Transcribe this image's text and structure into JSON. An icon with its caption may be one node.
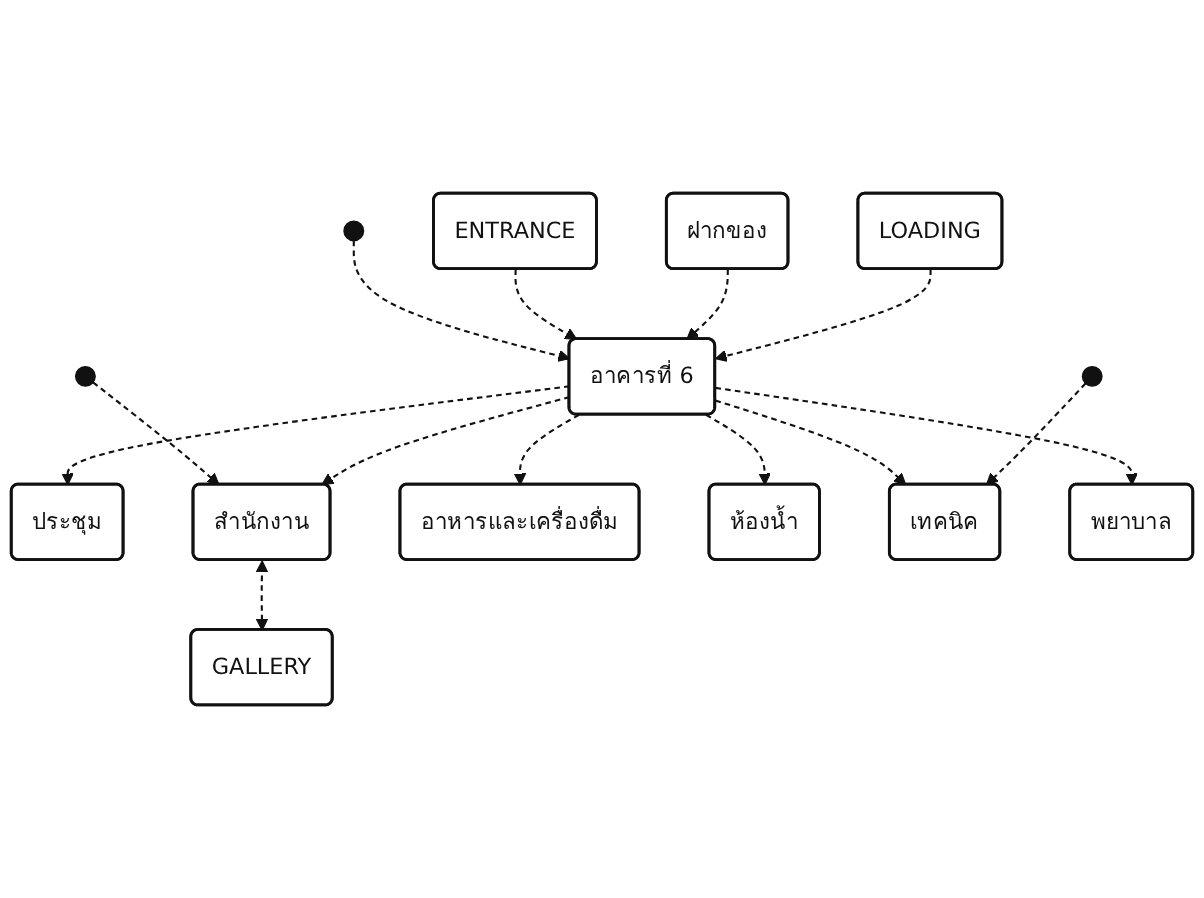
{
  "diagram": {
    "nodes": [
      {
        "text": [
          "ประชุม"
        ]
      },
      {
        "text": [
          "สำนักงาน"
        ]
      },
      {
        "text": [
          "GALLERY"
        ]
      },
      {
        "text": [
          "อาหารและเครื่องดื่ม"
        ]
      },
      {
        "text": [
          "ENTRANCE"
        ]
      },
      {
        "text": [
          "อาคารที่ 6"
        ]
      },
      {
        "text": [
          "ห้องน้ำ"
        ]
      },
      {
        "text": [
          "ฝากของ"
        ]
      },
      {
        "text": [
          "เทคนิค"
        ]
      },
      {
        "text": [
          "LOADING"
        ]
      },
      {
        "text": [
          "พยาบาล"
        ]
      }
    ],
    "edges": [
      {
        "from": null,
        "to": 1,
        "arrow": "to",
        "style": "dashed"
      },
      {
        "from": 5,
        "to": 0,
        "arrow": "to",
        "style": "dashed"
      },
      {
        "from": 1,
        "to": 2,
        "arrow": "both",
        "style": "dashed"
      },
      {
        "from": 5,
        "to": 1,
        "arrow": "to",
        "style": "dashed"
      },
      {
        "from": 5,
        "to": 3,
        "arrow": "to",
        "style": "dashed"
      },
      {
        "from": null,
        "to": 5,
        "arrow": "to",
        "style": "dashed"
      },
      {
        "from": 4,
        "to": 5,
        "arrow": "to",
        "style": "dashed"
      },
      {
        "from": 7,
        "to": 5,
        "arrow": "to",
        "style": "dashed"
      },
      {
        "from": 5,
        "to": 6,
        "arrow": "to",
        "style": "dashed"
      },
      {
        "from": 5,
        "to": 8,
        "arrow": "to",
        "style": "dashed"
      },
      {
        "from": 9,
        "to": 5,
        "arrow": "to",
        "style": "dashed"
      },
      {
        "from": 5,
        "to": 10,
        "arrow": "to",
        "style": "dashed"
      },
      {
        "from": null,
        "to": 8,
        "arrow": "to",
        "style": "dashed"
      }
    ]
  }
}
